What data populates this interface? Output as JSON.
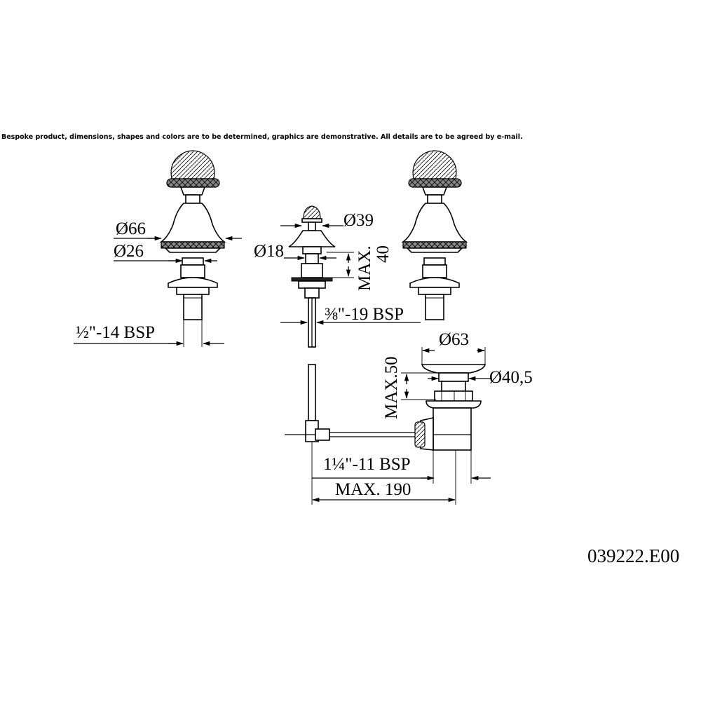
{
  "disclaimer": "Bespoke product, dimensions, shapes and colors are to be determined, graphics are demonstrative. All details are to be agreed by e-mail.",
  "product_code": "039222.E00",
  "dimensions": {
    "handle_diameter_outer": "Ø66",
    "handle_diameter_inner": "Ø26",
    "handle_thread": "½\"-14 BSP",
    "spout_diameter_top": "Ø39",
    "spout_diameter_base": "Ø18",
    "spout_max_line1": "MAX.",
    "spout_max_line2": "40",
    "spout_thread": "⅜\"-19 BSP",
    "drain_diameter_top": "Ø63",
    "drain_diameter_inner": "Ø40,5",
    "drain_max_height": "MAX.50",
    "drain_thread": "1¼\"-11 BSP",
    "overall_max": "MAX. 190"
  }
}
